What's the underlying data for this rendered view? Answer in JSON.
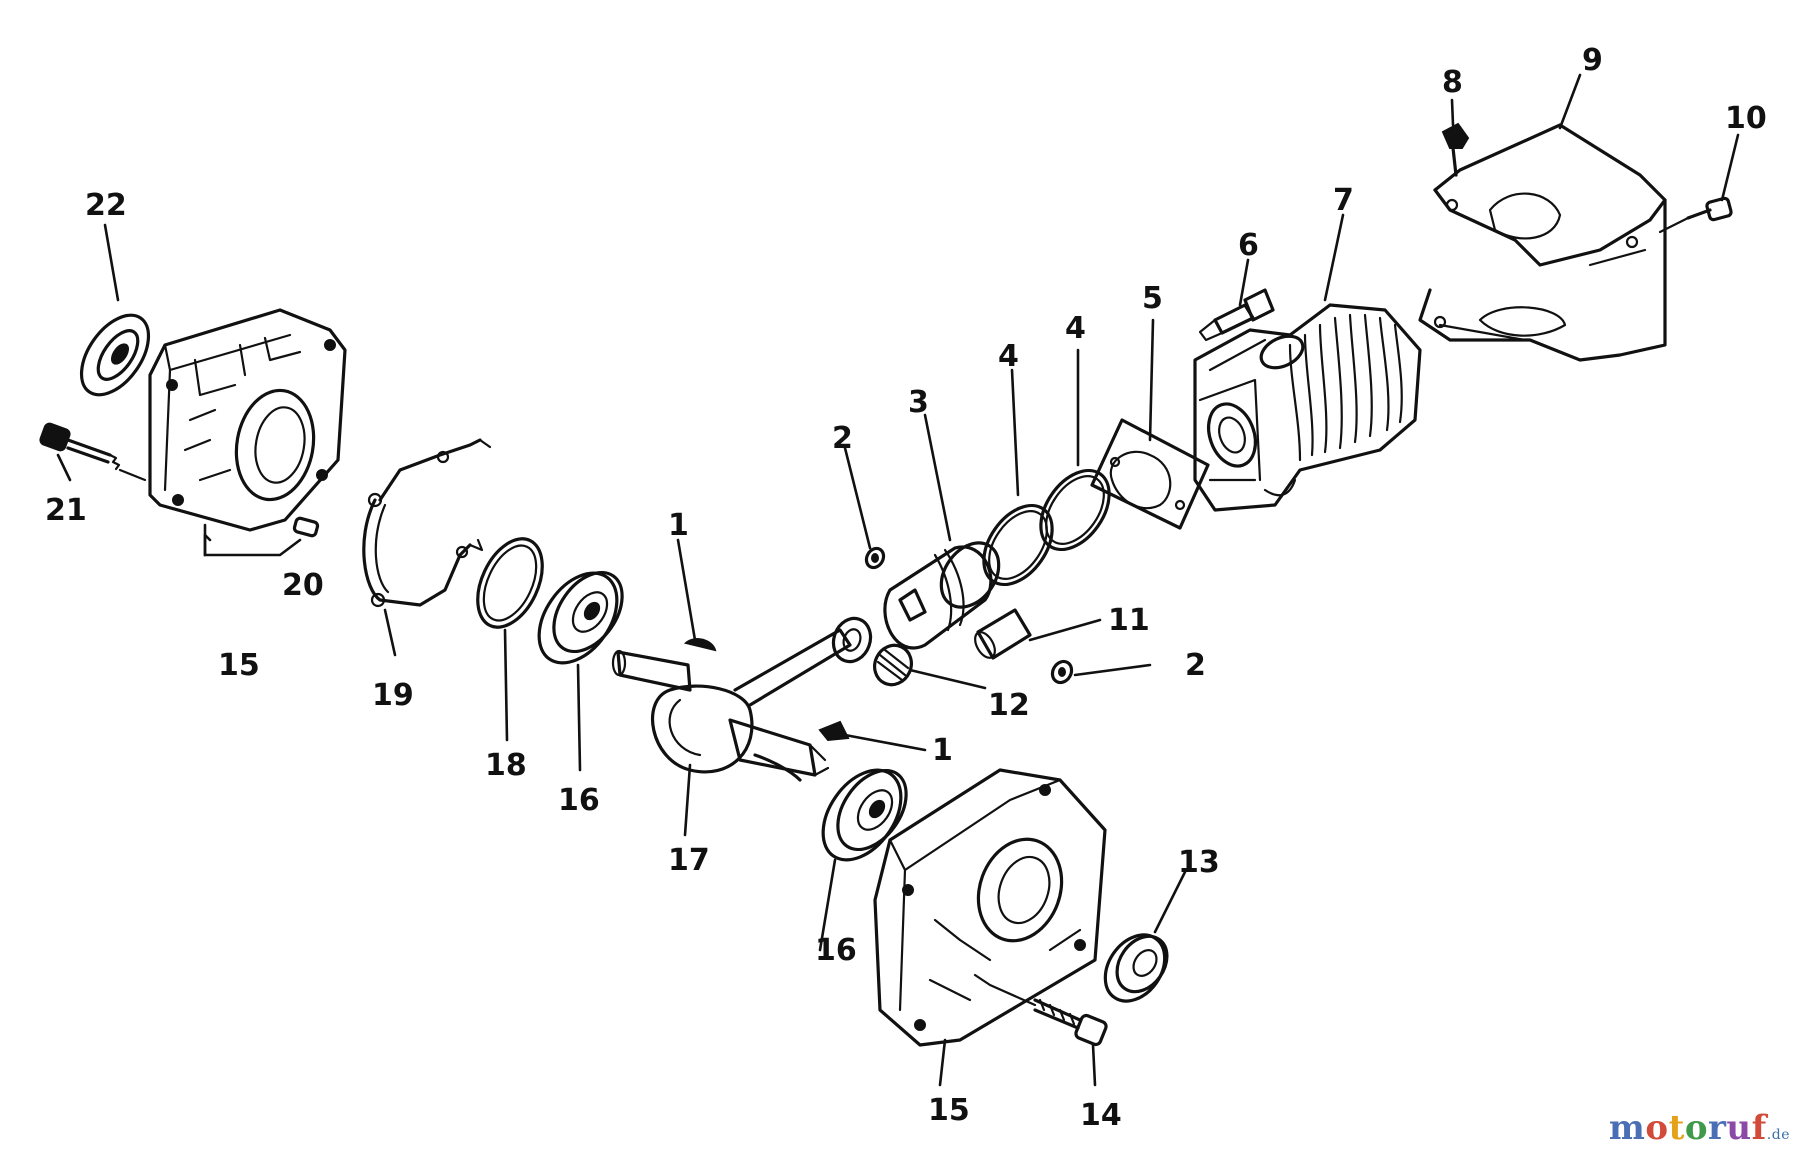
{
  "labels": {
    "l1a": "1",
    "l1b": "1",
    "l2a": "2",
    "l2b": "2",
    "l3": "3",
    "l4a": "4",
    "l4b": "4",
    "l5": "5",
    "l6": "6",
    "l7": "7",
    "l8": "8",
    "l9": "9",
    "l10": "10",
    "l11": "11",
    "l12": "12",
    "l13": "13",
    "l14": "14",
    "l15a": "15",
    "l15b": "15",
    "l16a": "16",
    "l16b": "16",
    "l17": "17",
    "l18": "18",
    "l19": "19",
    "l20": "20",
    "l21": "21",
    "l22": "22"
  },
  "watermark": {
    "chars": [
      "m",
      "o",
      "t",
      "o",
      "r",
      "u",
      "f"
    ],
    "colors": [
      "#4a6fb5",
      "#d24a3a",
      "#e3a21a",
      "#3f9a4a",
      "#4a6fb5",
      "#8a4aa6",
      "#d24a3a"
    ],
    "suffix": ".de"
  }
}
